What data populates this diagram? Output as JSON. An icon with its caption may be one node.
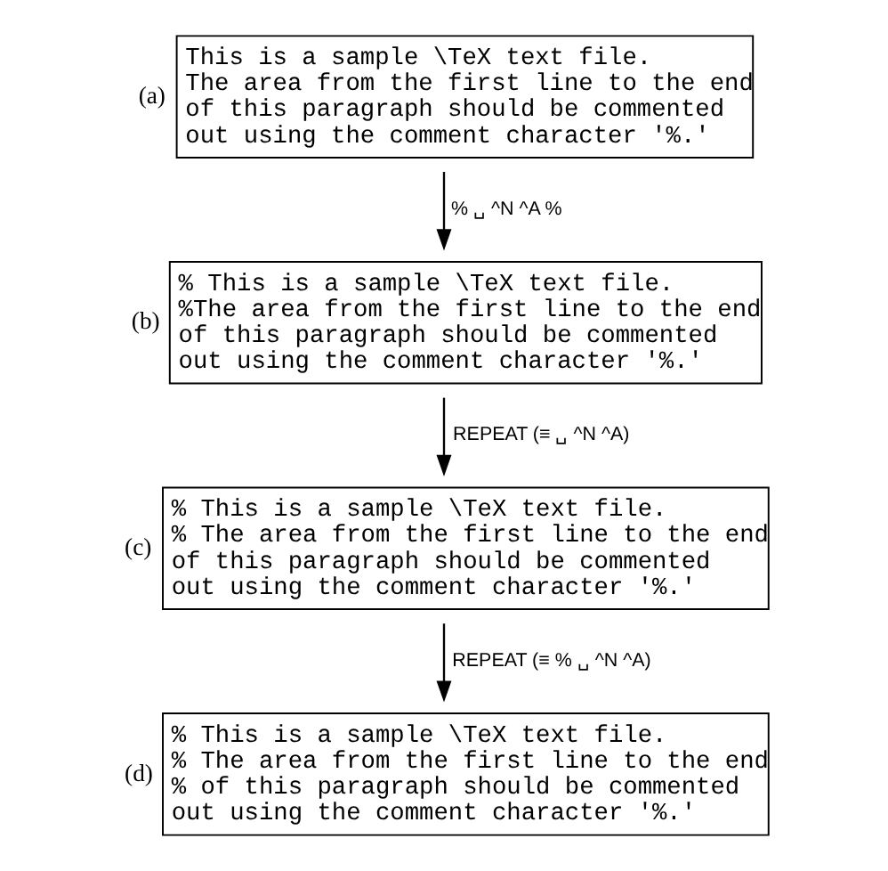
{
  "diagram": {
    "nodes": [
      {
        "text": [
          "This is a sample \\TeX text file.",
          "The area from the first line to the end",
          "of this paragraph should be commented",
          "out using the comment character '%.'"
        ],
        "beside": [
          "(a)"
        ]
      },
      {
        "text": [
          "% This is a sample \\TeX text file.",
          "%The area from the first line to the end",
          "of this paragraph should be commented",
          "out using the comment character '%.'"
        ],
        "beside": [
          "(b)"
        ]
      },
      {
        "text": [
          "% This is a sample \\TeX text file.",
          "% The area from the first line to the end",
          "of this paragraph should be commented",
          "out using the comment character '%.'"
        ],
        "beside": [
          "(c)"
        ]
      },
      {
        "text": [
          "% This is a sample \\TeX text file.",
          "% The area from the first line to the end",
          "% of this paragraph should be commented",
          "out using the comment character '%.'"
        ],
        "beside": [
          "(d)"
        ]
      }
    ],
    "edges": [
      {
        "from": 0,
        "to": 1,
        "arrow": "to",
        "label": "% ␣ ^N ^A %"
      },
      {
        "from": 1,
        "to": 2,
        "arrow": "to",
        "label": "REPEAT (≡ ␣ ^N ^A)"
      },
      {
        "from": 2,
        "to": 3,
        "arrow": "to",
        "label": "REPEAT (≡ % ␣ ^N ^A)"
      }
    ]
  }
}
